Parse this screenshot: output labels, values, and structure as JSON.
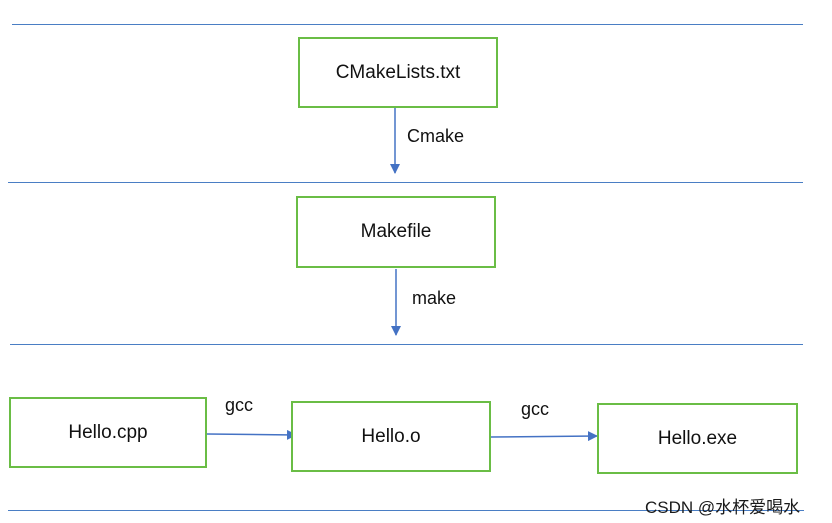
{
  "nodes": {
    "cmakelists": "CMakeLists.txt",
    "makefile": "Makefile",
    "hello_cpp": "Hello.cpp",
    "hello_o": "Hello.o",
    "hello_exe": "Hello.exe"
  },
  "edges": {
    "cmake": "Cmake",
    "make": "make",
    "gcc_compile": "gcc",
    "gcc_link": "gcc"
  },
  "watermark": "CSDN @水杯爱喝水",
  "colors": {
    "separator": "#4a7ec4",
    "box_border": "#6abd45",
    "arrow": "#4472c4"
  }
}
